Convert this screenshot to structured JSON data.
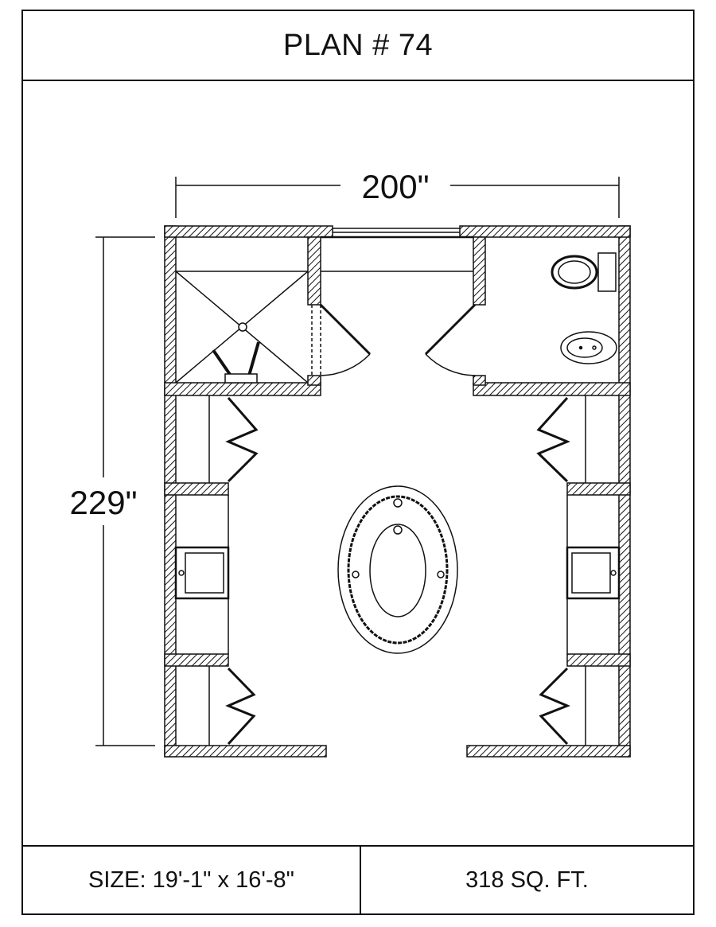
{
  "title": "PLAN # 74",
  "dimensions": {
    "width": "200\"",
    "height": "229\""
  },
  "footer": {
    "size": "SIZE:  19'-1\" x 16'-8\"",
    "area": "318 SQ. FT."
  },
  "colors": {
    "ink": "#111111",
    "background": "#ffffff"
  }
}
